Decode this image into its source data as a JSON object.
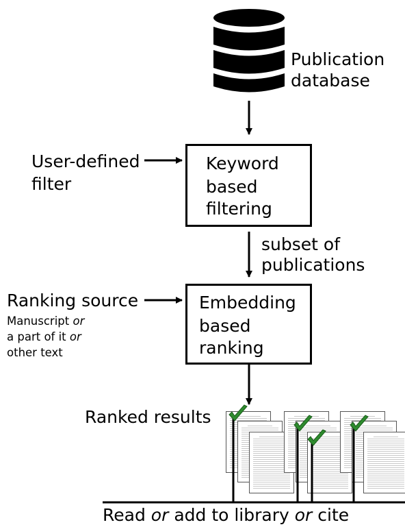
{
  "nodes": {
    "database_label": [
      "Publication",
      "database"
    ],
    "keyword_box": [
      "Keyword",
      "based",
      "filtering"
    ],
    "embedding_box": [
      "Embedding",
      "based",
      "ranking"
    ],
    "user_filter": [
      "User-defined",
      "filter"
    ],
    "subset_label": [
      "subset of",
      "publications"
    ],
    "ranking_source": "Ranking source",
    "ranking_source_note": {
      "line1": "Manuscript",
      "line1_em": "or",
      "line2": "a part of it",
      "line2_em": "or",
      "line3": "other text"
    },
    "ranked_results": "Ranked results",
    "bottom_label": {
      "part1": "Read",
      "em1": "or",
      "part2": "add to library",
      "em2": "or",
      "part3": "cite"
    }
  },
  "icons": {
    "database": "database-icon",
    "documents": "document-stack-icon",
    "checkmark": "checkmark-icon"
  },
  "colors": {
    "checkmark": "#2e8b2e",
    "ink": "#000000"
  }
}
